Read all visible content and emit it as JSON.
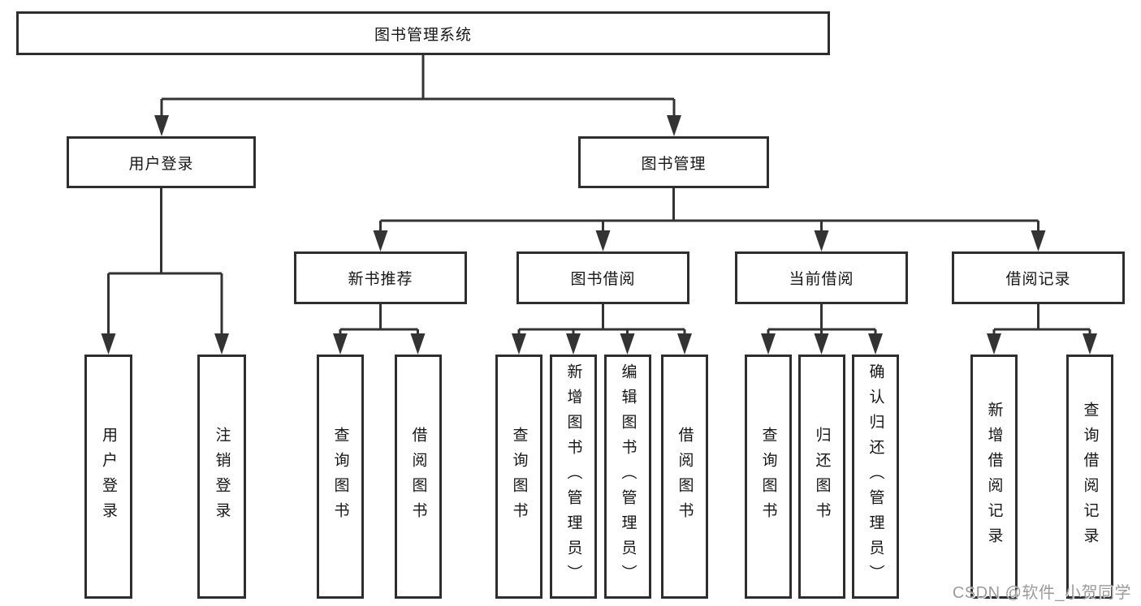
{
  "diagram": {
    "type": "tree",
    "title": "图书管理系统",
    "root": {
      "label": "图书管理系统",
      "children": [
        {
          "label": "用户登录",
          "children": [
            {
              "label": "用户登录"
            },
            {
              "label": "注销登录"
            }
          ]
        },
        {
          "label": "图书管理",
          "children": [
            {
              "label": "新书推荐",
              "children": [
                {
                  "label": "查询图书"
                },
                {
                  "label": "借阅图书"
                }
              ]
            },
            {
              "label": "图书借阅",
              "children": [
                {
                  "label": "查询图书"
                },
                {
                  "label": "新增图书（管理员）"
                },
                {
                  "label": "编辑图书（管理员）"
                },
                {
                  "label": "借阅图书"
                }
              ]
            },
            {
              "label": "当前借阅",
              "children": [
                {
                  "label": "查询图书"
                },
                {
                  "label": "归还图书"
                },
                {
                  "label": "确认归还（管理员）"
                }
              ]
            },
            {
              "label": "借阅记录",
              "children": [
                {
                  "label": "新增借阅记录"
                },
                {
                  "label": "查询借阅记录"
                }
              ]
            }
          ]
        }
      ]
    }
  },
  "watermark": {
    "text": "CSDN @软件_小贺同学"
  },
  "colors": {
    "background": "#ffffff",
    "line": "#333333",
    "box_border": "#2e2e2e",
    "box_fill": "#ffffff",
    "text": "#161616",
    "watermark": "#9b9b9b"
  }
}
